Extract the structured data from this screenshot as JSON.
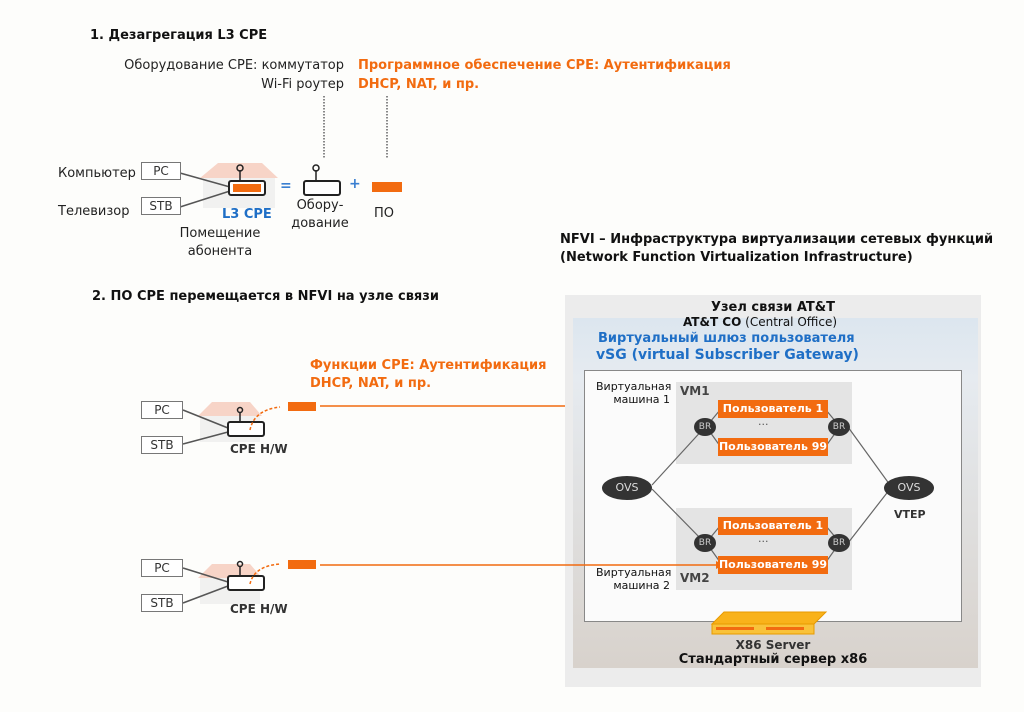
{
  "section1": {
    "title": "1. Дезагрегация L3 CPE",
    "hw_label_line1": "Оборудование CPE: коммутатор",
    "hw_label_line2": "Wi-Fi роутер",
    "sw_label_line1": "Программное обеспечение CPE: Аутентификация",
    "sw_label_line2": "DHCP, NAT, и пр.",
    "computer": "Компьютер",
    "tv": "Телевизор",
    "pc": "PC",
    "stb": "STB",
    "l3cpe": "L3 CPE",
    "premises_line1": "Помещение",
    "premises_line2": "абонента",
    "equals": "=",
    "plus": "+",
    "hw_short_line1": "Обору-",
    "hw_short_line2": "дование",
    "sw_short": "ПО"
  },
  "section2": {
    "title": "2. ПО CPE перемещается в NFVI на узле связи",
    "functions_line1": "Функции CPE: Аутентификация",
    "functions_line2": "DHCP, NAT, и пр.",
    "pc": "PC",
    "stb": "STB",
    "cpe_hw": "CPE H/W"
  },
  "nfvi": {
    "title_line1": "NFVI – Инфраструктура виртуализации сетевых функций",
    "title_line2": "(Network Function Virtualization Infrastructure)",
    "node_line1": "Узел связи AT&T",
    "node_line2_bold": "AT&T CO",
    "node_line2_rest": " (Central Office)",
    "vsg_line1": "Виртуальный шлюз пользователя",
    "vsg_line2": "vSG (virtual Subscriber Gateway)",
    "vm1_caption_line1": "Виртуальная",
    "vm1_caption_line2": "машина 1",
    "vm2_caption_line1": "Виртуальная",
    "vm2_caption_line2": "машина 2",
    "vm1": "VM1",
    "vm2": "VM2",
    "user_first": "Пользователь 1",
    "user_last": "Пользователь 99",
    "ellipsis": "···",
    "br": "BR",
    "ovs": "OVS",
    "vtep": "VTEP",
    "server_line1": "X86 Server",
    "server_line2": "Стандартный сервер x86"
  },
  "colors": {
    "accent_orange": "#f26b10",
    "blue_text": "#1f6fc6",
    "server_yellow": "#f9b21a"
  }
}
